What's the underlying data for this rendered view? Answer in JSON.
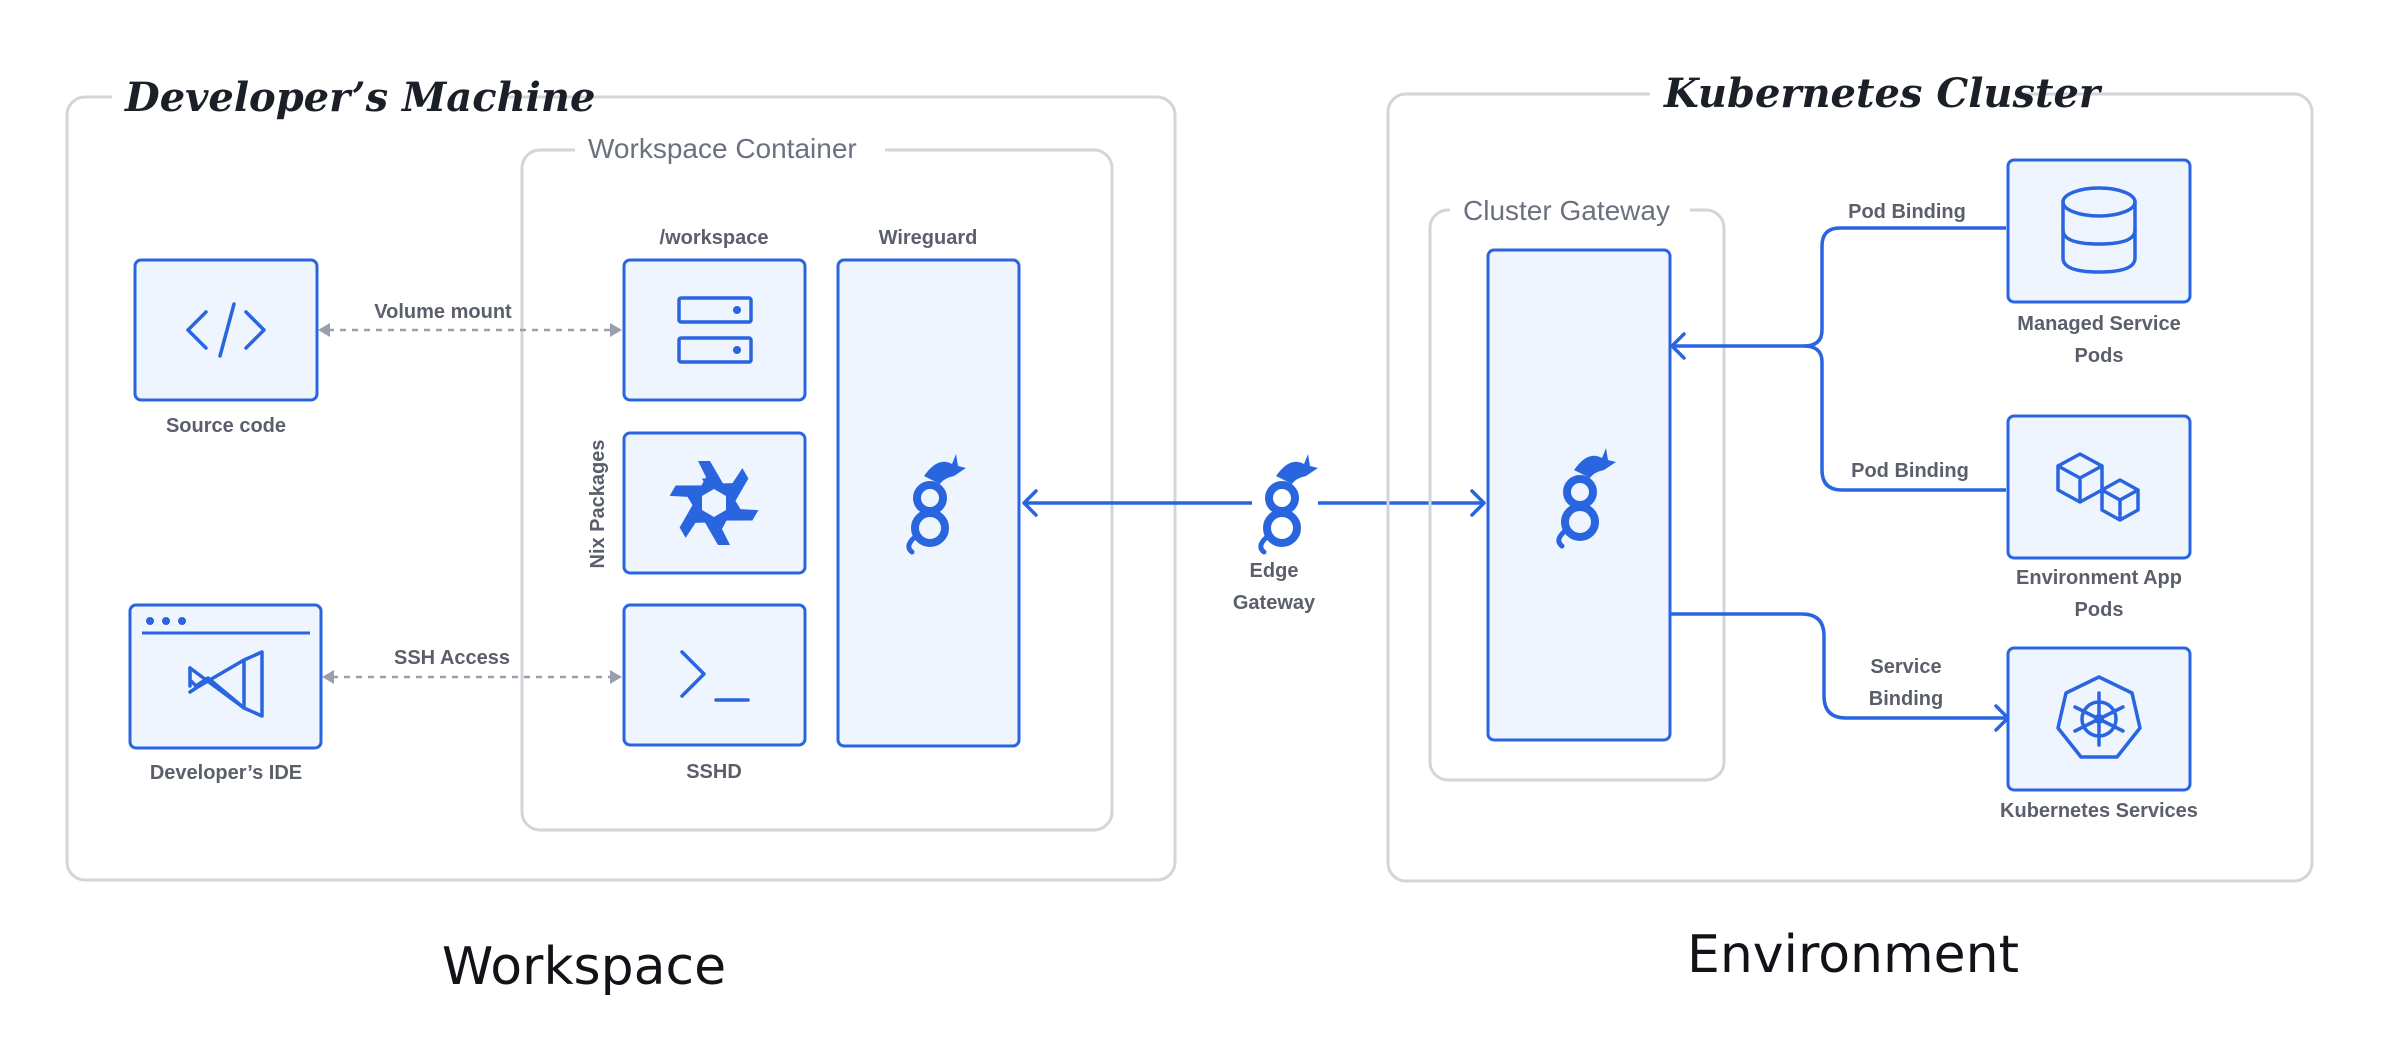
{
  "workspace_panel": {
    "title": "Developer’s Machine",
    "footer": "Workspace",
    "source_code": {
      "label": "Source code",
      "icon": "code-icon"
    },
    "ide": {
      "label": "Developer’s IDE",
      "icon": "vscode-icon"
    },
    "volume_mount": "Volume mount",
    "ssh_access": "SSH Access",
    "container": {
      "title": "Workspace Container",
      "workspace_label": "/workspace",
      "nix_label": "Nix Packages",
      "sshd_label": "SSHD",
      "wireguard_label": "Wireguard"
    }
  },
  "edge_gateway": {
    "line1": "Edge",
    "line2": "Gateway",
    "icon": "wireguard-dragon-icon"
  },
  "environment_panel": {
    "title": "Kubernetes Cluster",
    "footer": "Environment",
    "gateway": {
      "title": "Cluster Gateway"
    },
    "pod_binding_1": "Pod Binding",
    "pod_binding_2": "Pod Binding",
    "service_binding_1": "Service",
    "service_binding_2": "Binding",
    "managed": {
      "line1": "Managed Service",
      "line2": "Pods",
      "icon": "database-icon"
    },
    "env_app": {
      "line1": "Environment App",
      "line2": "Pods",
      "icon": "cubes-icon"
    },
    "k8s": {
      "label": "Kubernetes Services",
      "icon": "kubernetes-icon"
    }
  },
  "colors": {
    "accent": "#2a65e0",
    "card_fill": "#eef5fe",
    "panel_border": "#d2d5da",
    "muted_text": "#5a5f6b"
  }
}
